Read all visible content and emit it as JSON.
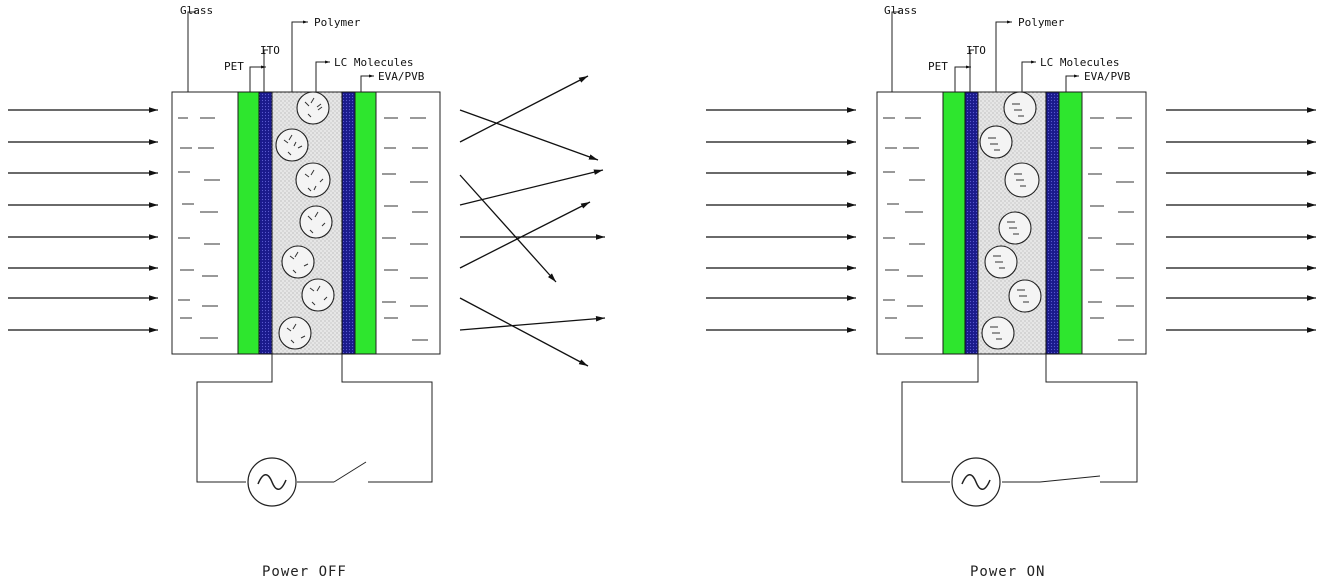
{
  "panels": [
    {
      "id": "off",
      "caption": "Power OFF",
      "labels": {
        "glass": "Glass",
        "polymer": "Polymer",
        "ito": "ITO",
        "pet": "PET",
        "lc_molecules": "LC Molecules",
        "eva_pvb": "EVA/PVB"
      },
      "state": "scattering",
      "switch": "open"
    },
    {
      "id": "on",
      "caption": "Power ON",
      "labels": {
        "glass": "Glass",
        "polymer": "Polymer",
        "ito": "ITO",
        "pet": "PET",
        "lc_molecules": "LC Molecules",
        "eva_pvb": "EVA/PVB"
      },
      "state": "transparent",
      "switch": "closed"
    }
  ],
  "colors": {
    "pet_layer": "#2ee62e",
    "ito_layer": "#1a1a8c",
    "polymer_fill": "#e4e4e4",
    "glass_fill": "#ffffff",
    "ray": "#111111"
  },
  "icons": {
    "ac_source": "ac-source-icon",
    "switch": "switch-icon"
  }
}
